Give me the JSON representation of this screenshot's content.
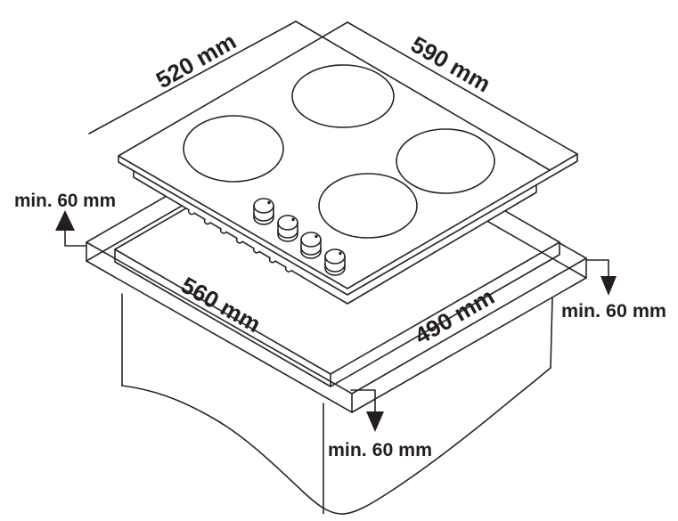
{
  "diagram": {
    "title": "hob-installation-cutout-dimensions",
    "labels": {
      "hob_depth": "520 mm",
      "hob_width": "590 mm",
      "cutout_width": "560 mm",
      "cutout_depth": "490 mm",
      "clearance_left": "min. 60 mm",
      "clearance_right": "min. 60 mm",
      "clearance_bottom": "min. 60 mm"
    },
    "colors": {
      "line": "#272425",
      "text": "#231f20",
      "background": "#ffffff"
    }
  }
}
